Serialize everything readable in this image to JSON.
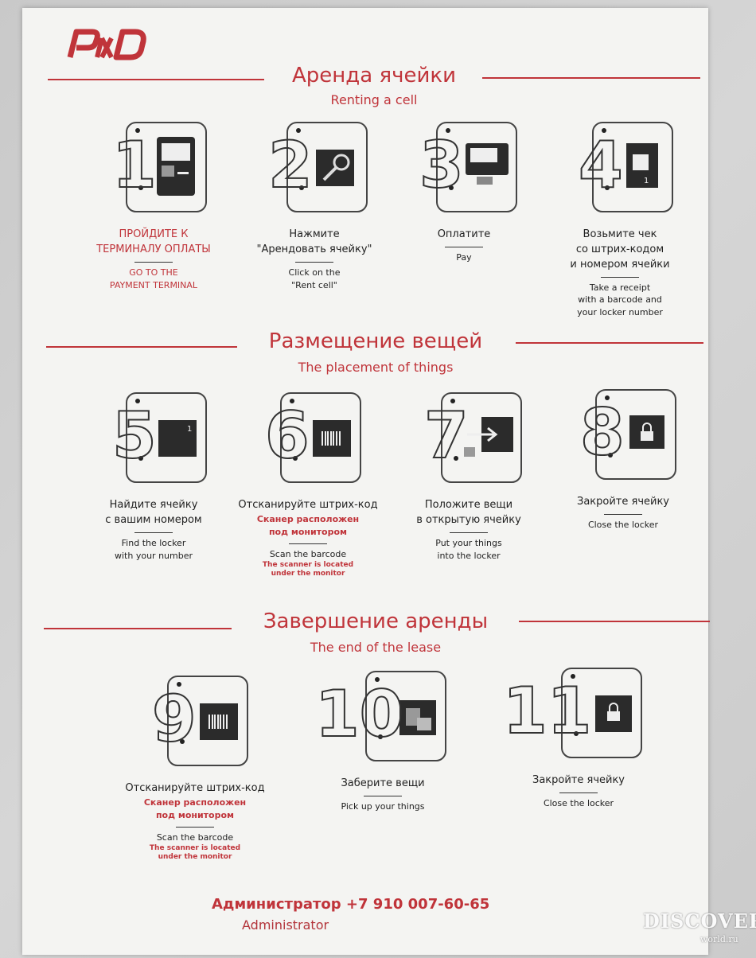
{
  "logo_text": "РЖД",
  "sections": [
    {
      "title_ru": "Аренда ячейки",
      "title_en": "Renting a cell",
      "steps": [
        {
          "num": "1",
          "ru": "ПРОЙДИТЕ К\nТЕРМИНАЛУ ОПЛАТЫ",
          "ru_red": true,
          "en": "GO TO THE\nPAYMENT TERMINAL",
          "en_red": true,
          "icon": "terminal-icon"
        },
        {
          "num": "2",
          "ru": "Нажмите\n\"Арендовать ячейку\"",
          "en": "Click on the\n\"Rent cell\"",
          "icon": "magnifier-icon"
        },
        {
          "num": "3",
          "ru": "Оплатите",
          "en": "Pay",
          "icon": "payment-icon"
        },
        {
          "num": "4",
          "ru": "Возьмите чек\nсо штрих-кодом\nи номером ячейки",
          "en": "Take a receipt\nwith a barcode and\nyour locker number",
          "icon": "receipt-icon"
        }
      ]
    },
    {
      "title_ru": "Размещение вещей",
      "title_en": "The placement of things",
      "steps": [
        {
          "num": "5",
          "ru": "Найдите ячейку\nс вашим номером",
          "en": "Find the locker\nwith your number",
          "icon": "locker-number-icon"
        },
        {
          "num": "6",
          "ru": "Отсканируйте штрих-код",
          "note_ru": "Сканер расположен\nпод монитором",
          "en": "Scan the barcode",
          "note_en": "The scanner is located\nunder the monitor",
          "icon": "barcode-scan-icon"
        },
        {
          "num": "7",
          "ru": "Положите вещи\nв открытую ячейку",
          "en": "Put your things\ninto the locker",
          "icon": "put-things-icon"
        },
        {
          "num": "8",
          "ru": "Закройте ячейку",
          "en": "Close the locker",
          "icon": "lock-icon"
        }
      ]
    },
    {
      "title_ru": "Завершение аренды",
      "title_en": "The end of the lease",
      "steps": [
        {
          "num": "9",
          "ru": "Отсканируйте штрих-код",
          "note_ru": "Сканер расположен\nпод монитором",
          "en": "Scan the barcode",
          "note_en": "The scanner is located\nunder the monitor",
          "icon": "barcode-scan-icon"
        },
        {
          "num": "10",
          "ru": "Заберите вещи",
          "en": "Pick up your things",
          "icon": "pick-up-icon"
        },
        {
          "num": "11",
          "ru": "Закройте ячейку",
          "en": "Close the locker",
          "icon": "lock-icon"
        }
      ]
    }
  ],
  "admin_ru": "Администратор +7 910 007-60-65",
  "admin_en": "Administrator",
  "watermark": "DISCOVER",
  "watermark_sub": "world.ru",
  "colors": {
    "accent": "#c0343a",
    "sheet": "#f4f4f2",
    "ink": "#222222"
  }
}
